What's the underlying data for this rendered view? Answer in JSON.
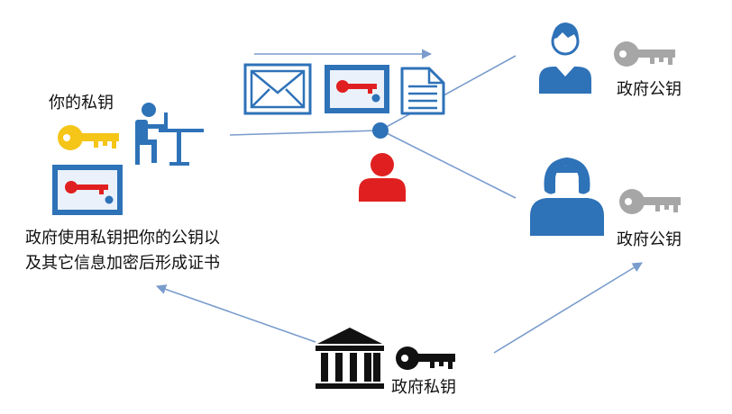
{
  "labels": {
    "your_private_key": "你的私钥",
    "certificate_desc_line1": "政府使用私钥把你的公钥以",
    "certificate_desc_line2": "及其它信息加密后形成证书",
    "gov_public_key_top": "政府公钥",
    "gov_public_key_bottom": "政府公钥",
    "gov_private_key": "政府私钥"
  },
  "colors": {
    "blue": "#2e72b8",
    "line_blue": "#7a9ccc",
    "red": "#e02020",
    "yellow": "#f5c518",
    "gray": "#a6a6a6",
    "black": "#111111",
    "cert_bg": "#eaf1fb"
  },
  "icons": [
    "envelope-icon",
    "certificate-icon",
    "document-icon",
    "computer-user-icon",
    "attacker-person-icon",
    "gov-man-icon",
    "gov-woman-icon",
    "government-building-icon",
    "key-icon"
  ]
}
